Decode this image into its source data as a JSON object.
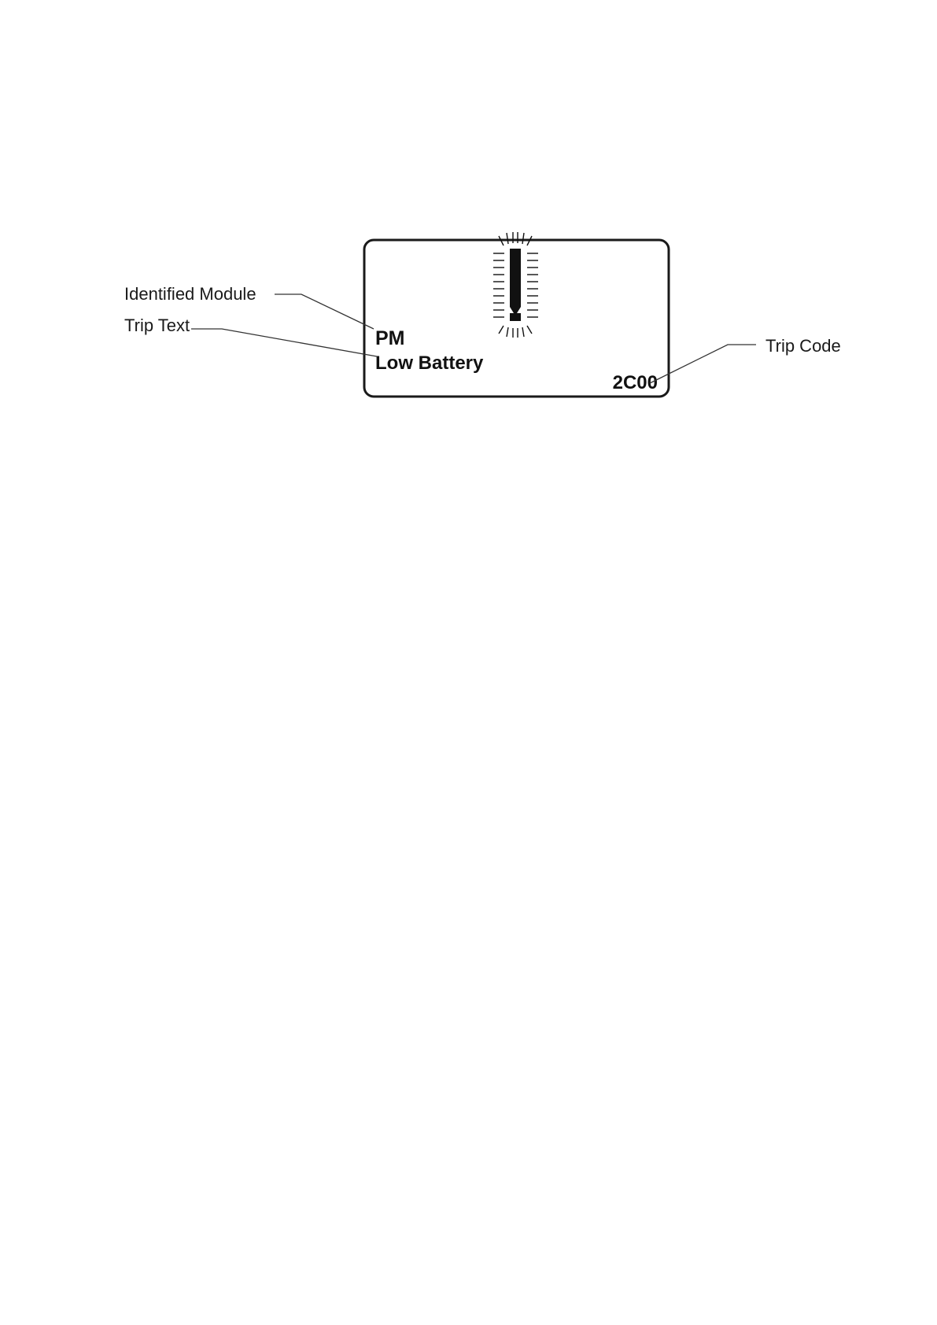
{
  "callouts": {
    "identified_module": "Identified Module",
    "trip_text": "Trip Text",
    "trip_code": "Trip Code"
  },
  "display": {
    "module": "PM",
    "trip_text": "Low Battery",
    "trip_code": "2C00",
    "alert_icon": "flashing-exclamation-icon"
  }
}
